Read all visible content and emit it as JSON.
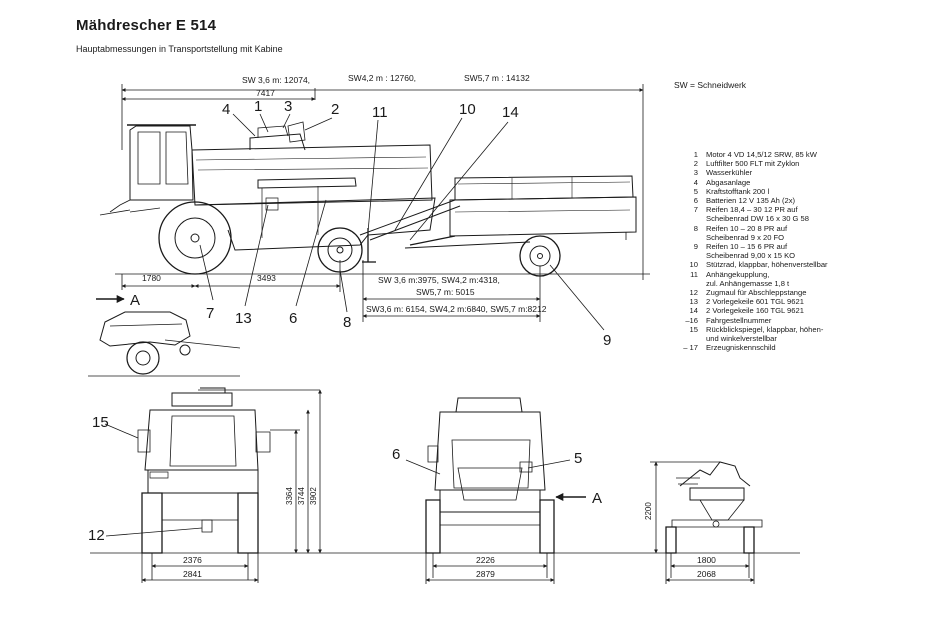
{
  "title": "Mähdrescher E 514",
  "subtitle": "Hauptabmessungen in Transportstellung mit Kabine",
  "sw_legend": "SW = Schneidwerk",
  "legend": [
    {
      "n": "1",
      "t": "Motor 4 VD 14,5/12 SRW, 85 kW"
    },
    {
      "n": "2",
      "t": "Luftfilter 500 FLT mit Zyklon"
    },
    {
      "n": "3",
      "t": "Wasserkühler"
    },
    {
      "n": "4",
      "t": "Abgasanlage"
    },
    {
      "n": "5",
      "t": "Kraftstofftank 200 l"
    },
    {
      "n": "6",
      "t": "Batterien 12 V 135 Ah (2x)"
    },
    {
      "n": "7",
      "t": "Reifen 18,4 – 30 12 PR auf\nScheibenrad DW 16 x 30 G 58"
    },
    {
      "n": "8",
      "t": "Reifen 10 – 20 8 PR auf\nScheibenrad 9 x 20 FO"
    },
    {
      "n": "9",
      "t": "Reifen 10 – 15 6 PR auf\nScheibenrad 9,00 x 15 KO"
    },
    {
      "n": "10",
      "t": "Stützrad, klappbar, höhenverstellbar"
    },
    {
      "n": "11",
      "t": "Anhängekupplung,\nzul. Anhängemasse 1,8 t"
    },
    {
      "n": "12",
      "t": "Zugmaul für Abschleppstange"
    },
    {
      "n": "13",
      "t": "2 Vorlegekeile 601 TGL 9621"
    },
    {
      "n": "14",
      "t": "2 Vorlegekeile 160 TGL 9621"
    },
    {
      "n": "–16",
      "t": "Fahrgestellnummer"
    },
    {
      "n": "15",
      "t": "Rückblickspiegel, klappbar, höhen-\nund winkelverstellbar"
    },
    {
      "n": "– 17",
      "t": "Erzeugniskennschild"
    }
  ],
  "dimensions": {
    "top": {
      "sw36": "SW 3,6 m: 12074,",
      "sw42": "SW4,2 m : 12760,",
      "sw57": "SW5,7 m : 14132",
      "body": "7417"
    },
    "bottom": {
      "front": "1780",
      "wheelbase": "3493",
      "trailer_a": "SW 3,6 m:3975, SW4,2 m:4318,",
      "trailer_b": "SW5,7 m: 5015",
      "trailer_c": "SW3,6 m: 6154, SW4,2 m:6840, SW5,7 m:8212"
    },
    "front_view": {
      "h1": "3364",
      "h2": "3744",
      "h3": "3902",
      "w1": "2376",
      "w2": "2841"
    },
    "rear_view": {
      "w1": "2226",
      "w2": "2879"
    },
    "cart": {
      "h": "2200",
      "w1": "1800",
      "w2": "2068"
    }
  },
  "callouts": {
    "c1": "1",
    "c2": "2",
    "c3": "3",
    "c4": "4",
    "c5": "5",
    "c6": "6",
    "c6b": "6",
    "c7": "7",
    "c8": "8",
    "c9": "9",
    "c10": "10",
    "c11": "11",
    "c12": "12",
    "c13": "13",
    "c14": "14",
    "c15": "15",
    "arrowA": "A",
    "arrowA2": "A"
  }
}
